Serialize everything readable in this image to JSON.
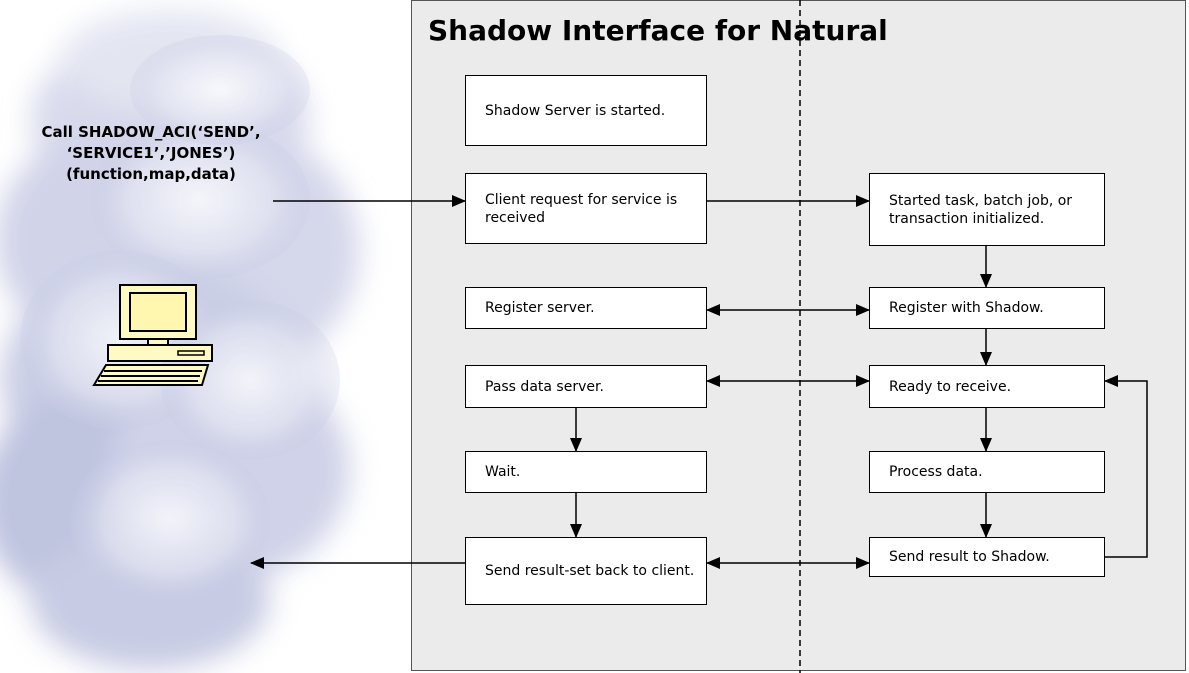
{
  "title": "Shadow Interface for Natural",
  "call": {
    "line1": "Call SHADOW_ACI(‘SEND’,",
    "line2": "‘SERVICE1’,’JONES’)",
    "line3": "(function,map,data)"
  },
  "left_column": {
    "started": "Shadow Server is started.",
    "client_request": "Client request for service is received",
    "register_server": "Register server.",
    "pass_data": "Pass data server.",
    "wait": "Wait.",
    "send_result_set": "Send result-set back to client."
  },
  "right_column": {
    "started_task": "Started task, batch job, or transaction initialized.",
    "register_shadow": "Register with Shadow.",
    "ready": "Ready to receive.",
    "process": "Process data.",
    "send_result": "Send result to Shadow."
  },
  "icons": {
    "computer": "computer-icon",
    "cloud": "cloud-background"
  }
}
